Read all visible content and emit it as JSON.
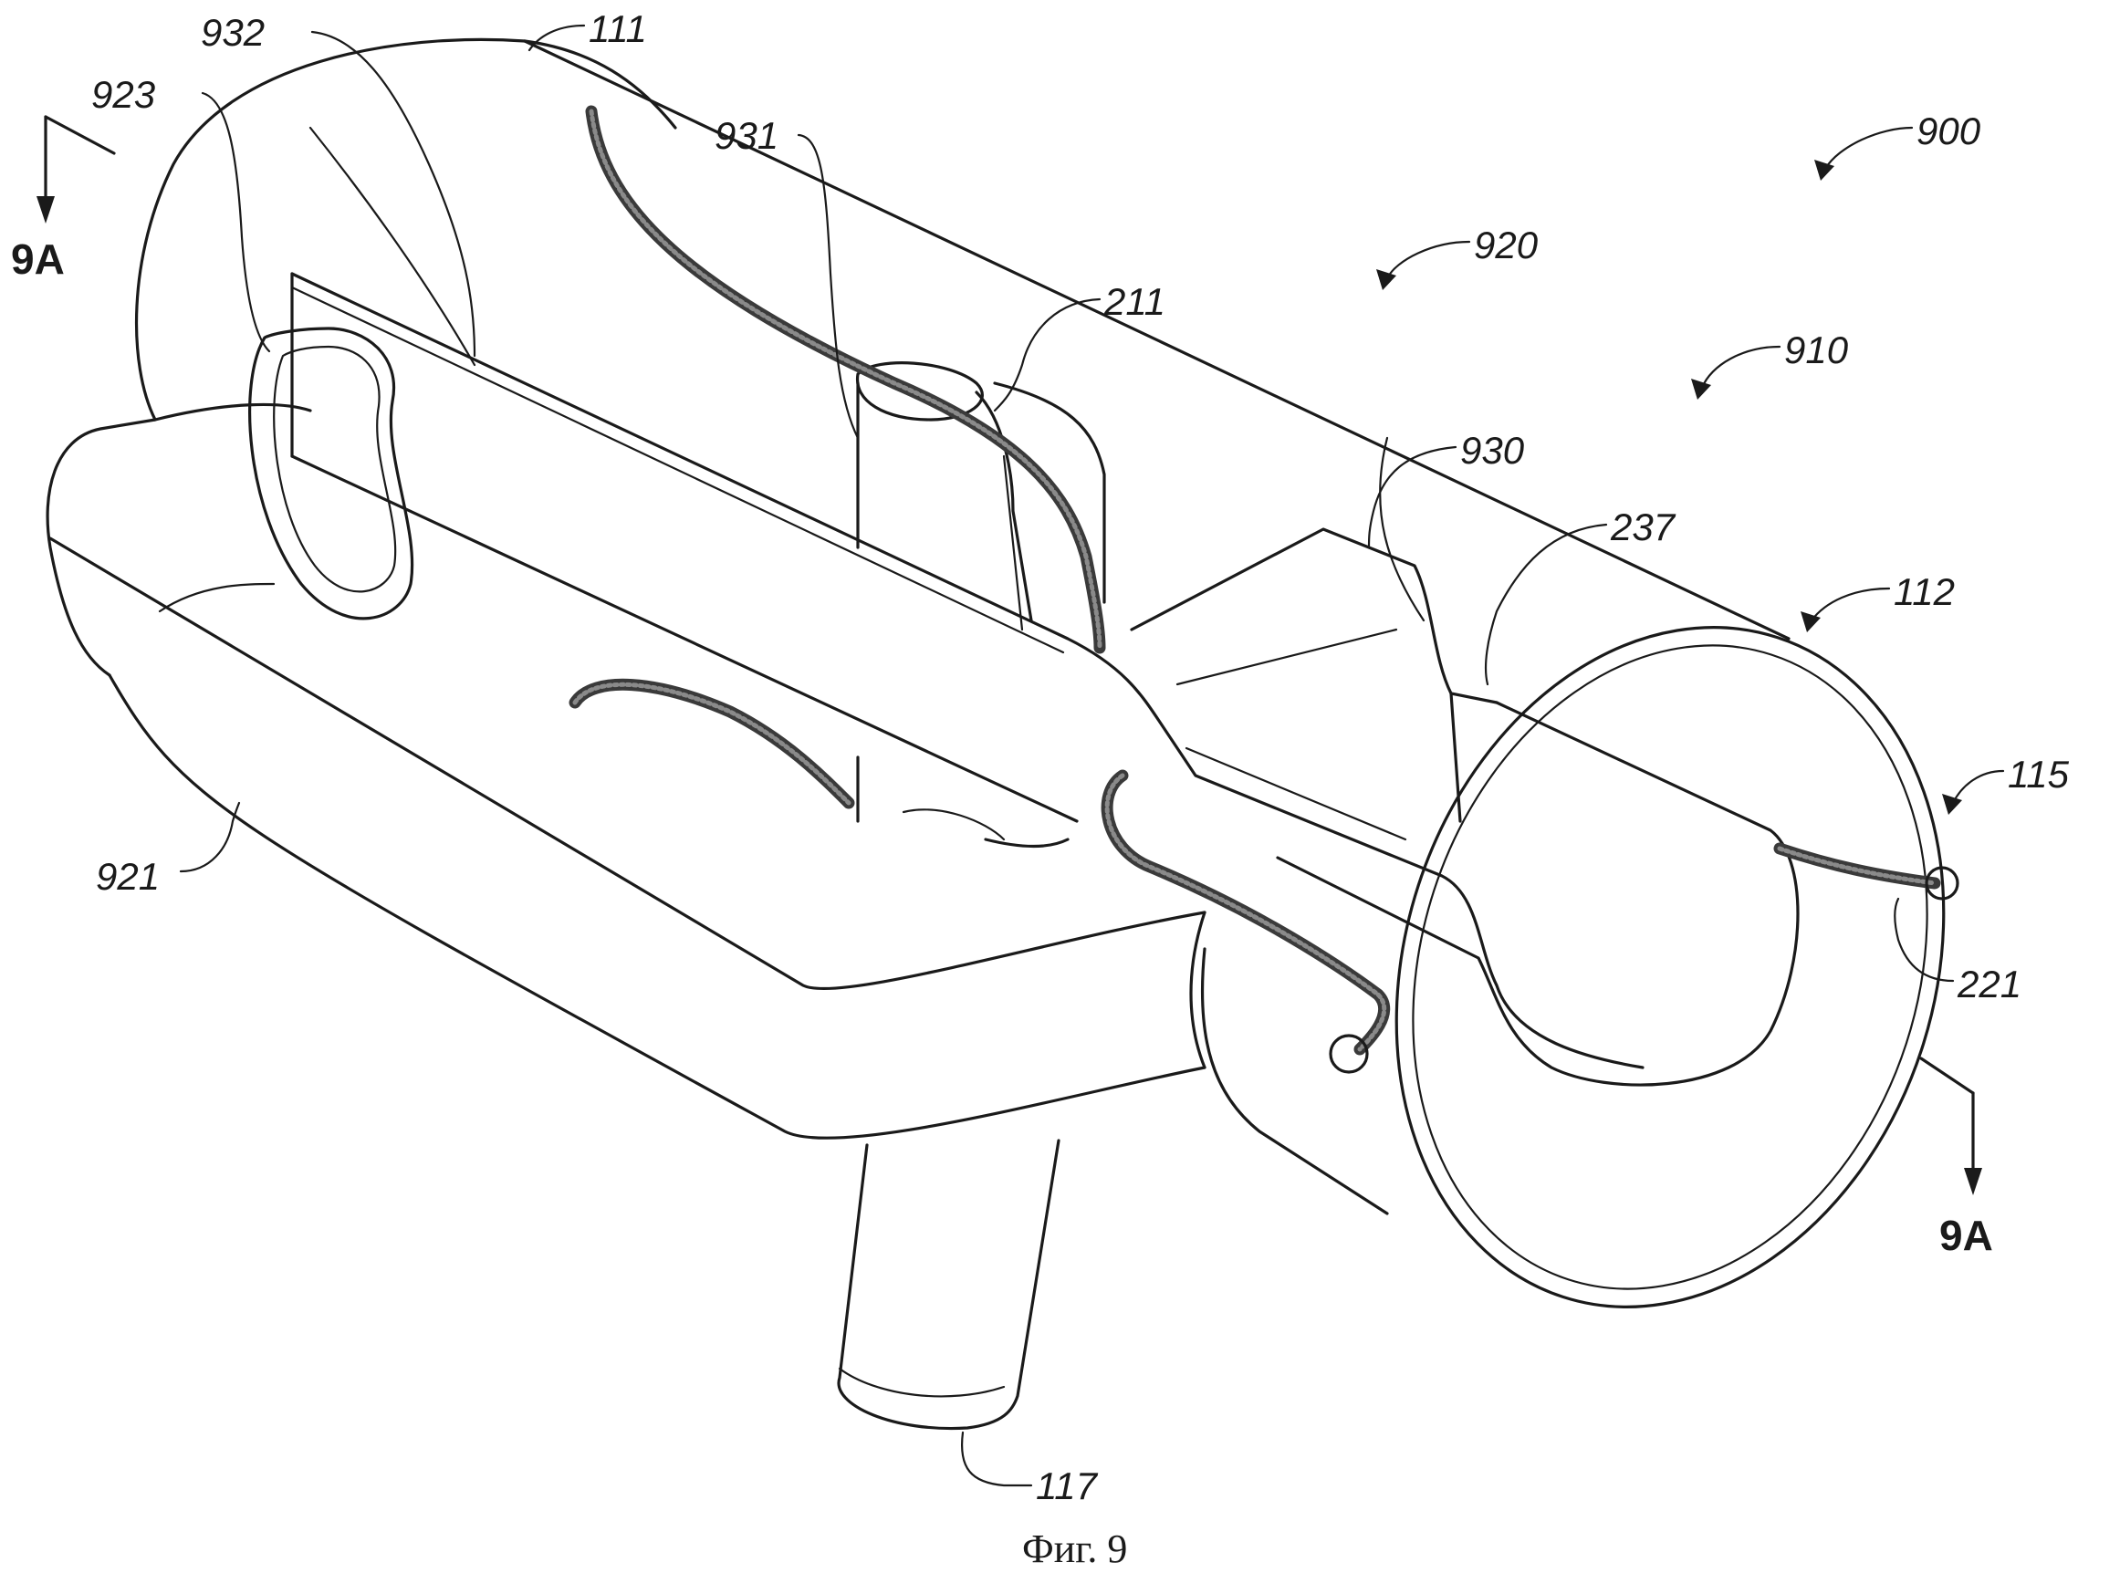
{
  "figure": {
    "caption": "Фиг. 9",
    "section_marks": {
      "left": "9A",
      "right": "9A"
    },
    "reference_numerals": {
      "r900": "900",
      "r920": "920",
      "r910": "910",
      "r111": "111",
      "r932": "932",
      "r923": "923",
      "r931": "931",
      "r211": "211",
      "r930": "930",
      "r237": "237",
      "r112": "112",
      "r115": "115",
      "r221": "221",
      "r921": "921",
      "r117": "117"
    }
  }
}
